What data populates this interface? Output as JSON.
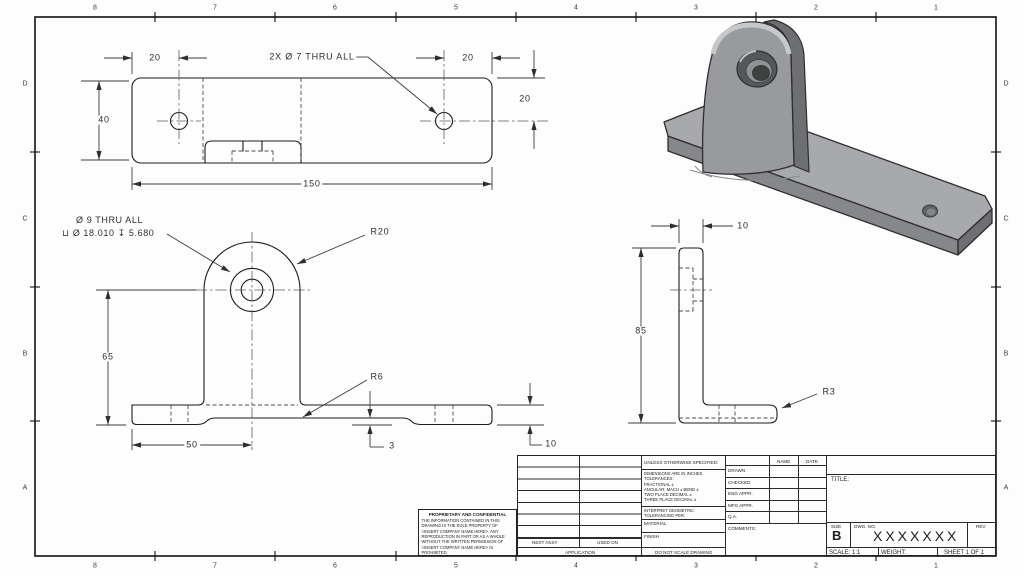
{
  "sheet": {
    "zones": {
      "top": [
        "8",
        "7",
        "6",
        "5",
        "4",
        "3",
        "2",
        "1"
      ],
      "bottom": [
        "8",
        "7",
        "6",
        "5",
        "4",
        "3",
        "2",
        "1"
      ],
      "left": [
        "D",
        "C",
        "B",
        "A"
      ],
      "right": [
        "D",
        "C",
        "B",
        "A"
      ]
    }
  },
  "views": {
    "top": {
      "dim_20_left": "20",
      "hole_note": "2X Ø 7 THRU ALL",
      "dim_20_right": "20",
      "dim_20_side": "20",
      "dim_40": "40",
      "dim_150": "150"
    },
    "front": {
      "callout_line1": "Ø 9 THRU ALL",
      "callout_line2": "⊔ Ø 18.010 ↧ 5.680",
      "dim_r20": "R20",
      "dim_r6": "R6",
      "dim_65": "65",
      "dim_50": "50",
      "dim_3": "3",
      "dim_10": "10"
    },
    "side": {
      "dim_10": "10",
      "dim_85": "85",
      "dim_r3": "R3"
    }
  },
  "title_block": {
    "unless": "UNLESS OTHERWISE SPECIFIED:",
    "tol_lines": [
      "DIMENSIONS ARE IN INCHES",
      "TOLERANCES:",
      "FRACTIONAL ±",
      "ANGULAR: MACH ±   BEND ±",
      "TWO PLACE DECIMAL    ±",
      "THREE PLACE DECIMAL  ±"
    ],
    "interpret1": "INTERPRET GEOMETRIC",
    "interpret2": "TOLERANCING PER:",
    "material": "MATERIAL",
    "finish": "FINISH",
    "do_not_scale": "DO NOT SCALE DRAWING",
    "next_assy": "NEXT ASSY",
    "used_on": "USED ON",
    "application": "APPLICATION",
    "name_col": "NAME",
    "date_col": "DATE",
    "approval_rows": [
      "DRAWN",
      "CHECKED",
      "ENG APPR.",
      "MFG APPR.",
      "Q.A.",
      "COMMENTS:"
    ],
    "title_label": "TITLE:",
    "size_label": "SIZE",
    "size_value": "B",
    "dwg_label": "DWG. NO.",
    "dwg_value": "XXXXXXX",
    "rev_label": "REV",
    "scale": "SCALE: 1:1",
    "weight": "WEIGHT:",
    "sheet": "SHEET 1 OF 1"
  },
  "proprietary": {
    "heading": "PROPRIETARY AND CONFIDENTIAL",
    "body": "THE INFORMATION CONTAINED IN THIS DRAWING IS THE SOLE PROPERTY OF <INSERT COMPANY NAME HERE>. ANY REPRODUCTION IN PART OR AS A WHOLE WITHOUT THE WRITTEN PERMISSION OF <INSERT COMPANY NAME HERE> IS PROHIBITED."
  },
  "colors": {
    "part_top": "#a7a9ac",
    "part_front": "#85878a",
    "part_side": "#6d6f72",
    "part_tab": "#989a9d",
    "edge": "#2e2e2e"
  }
}
